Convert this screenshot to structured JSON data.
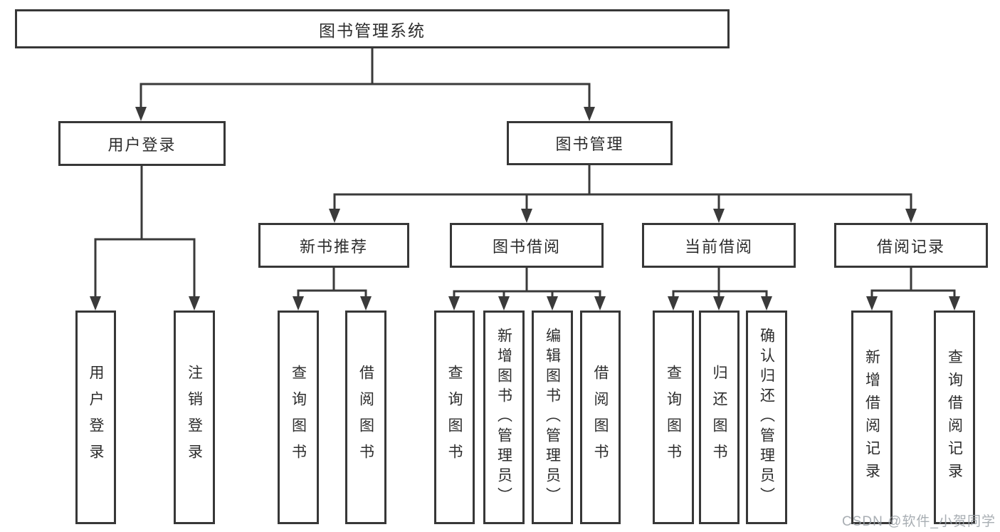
{
  "diagram_title": "图书管理系统",
  "tree": {
    "root": {
      "label": "图书管理系统"
    },
    "user_login": {
      "label": "用户登录",
      "children": {
        "login": {
          "label": "用户登录"
        },
        "logout": {
          "label": "注销登录"
        }
      }
    },
    "book_management": {
      "label": "图书管理",
      "children": {
        "new_book_recommend": {
          "label": "新书推荐",
          "children": {
            "query_books": {
              "label": "查询图书"
            },
            "borrow_books": {
              "label": "借阅图书"
            }
          }
        },
        "book_borrowing": {
          "label": "图书借阅",
          "children": {
            "query_books": {
              "label": "查询图书"
            },
            "add_books_admin": {
              "label": "新增图书（管理员）"
            },
            "edit_books_admin": {
              "label": "编辑图书（管理员）"
            },
            "borrow_books": {
              "label": "借阅图书"
            }
          }
        },
        "current_borrowing": {
          "label": "当前借阅",
          "children": {
            "query_books": {
              "label": "查询图书"
            },
            "return_books": {
              "label": "归还图书"
            },
            "confirm_return_admin": {
              "label": "确认归还（管理员）"
            }
          }
        },
        "borrowing_records": {
          "label": "借阅记录",
          "children": {
            "add_borrow_record": {
              "label": "新增借阅记录"
            },
            "query_borrow_record": {
              "label": "查询借阅记录"
            }
          }
        }
      }
    }
  },
  "watermark": {
    "text": "CSDN @软件_小贺同学"
  },
  "colors": {
    "line": "#3a3a3a",
    "box_border": "#373737",
    "text": "#2d2d2d",
    "watermark": "#9aa0a6",
    "background": "#ffffff"
  }
}
